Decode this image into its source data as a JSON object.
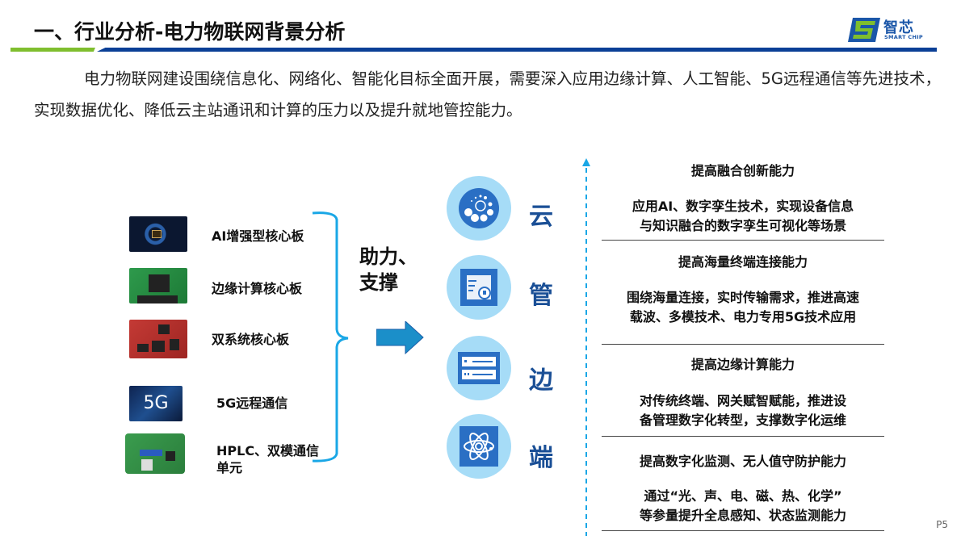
{
  "header": {
    "title": "一、行业分析-电力物联网背景分析",
    "logo": {
      "cn": "智芯",
      "en": "SMART CHIP",
      "icon": "smartchip-logo-icon"
    },
    "colors": {
      "green": "#7fbe2e",
      "blue": "#0a3f96"
    }
  },
  "intro": {
    "text": "电力物联网建设围绕信息化、网络化、智能化目标全面开展，需要深入应用边缘计算、人工智能、5G远程通信等先进技术，实现数据优化、降低云主站通讯和计算的压力以及提升就地管控能力。"
  },
  "products": [
    {
      "label": "AI增强型核心板",
      "image": "ai-brain-chip-image"
    },
    {
      "label": "边缘计算核心板",
      "image": "green-pcb-image"
    },
    {
      "label": "双系统核心板",
      "image": "red-pcb-image"
    },
    {
      "label": "5G远程通信",
      "image": "5g-chip-image"
    },
    {
      "label": "HPLC、双模通信单元",
      "label_line1": "HPLC、双模通信",
      "label_line2": "单元",
      "image": "communication-module-image"
    }
  ],
  "support": {
    "line1": "助力、",
    "line2": "支撑"
  },
  "layers": [
    {
      "label": "云",
      "icon": "cloud-cluster-icon"
    },
    {
      "label": "管",
      "icon": "server-lock-icon"
    },
    {
      "label": "边",
      "icon": "server-rack-icon"
    },
    {
      "label": "端",
      "icon": "atom-icon"
    }
  ],
  "capabilities": [
    {
      "heading": "提高融合创新能力",
      "desc_line1": "应用AI、数字孪生技术，实现设备信息",
      "desc_line2": "与知识融合的数字孪生可视化等场景"
    },
    {
      "heading": "提高海量终端连接能力",
      "desc_line1": "围绕海量连接，实时传输需求，推进高速",
      "desc_line2": "载波、多模技术、电力专用5G技术应用"
    },
    {
      "heading": "提高边缘计算能力",
      "desc_line1": "对传统终端、网关赋智赋能，推进设",
      "desc_line2": "备管理数字化转型，支撑数字化运维"
    },
    {
      "heading": "提高数字化监测、无人值守防护能力",
      "desc_line1": "通过“光、声、电、磁、热、化学”",
      "desc_line2": "等参量提升全息感知、状态监测能力"
    }
  ],
  "colors": {
    "accent_cyan": "#1aa7e6",
    "layer_blue": "#1a4f96",
    "circle_bg": "#a6dcf7",
    "icon_blue": "#2a6fc4"
  },
  "page": {
    "number": "P5"
  }
}
